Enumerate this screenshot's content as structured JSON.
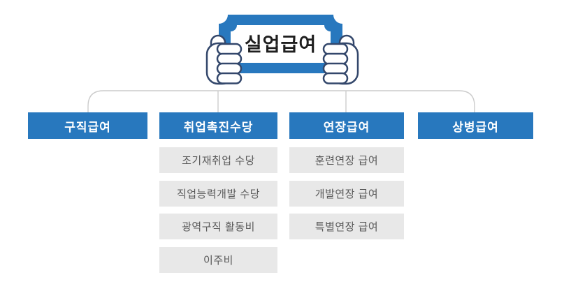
{
  "diagram": {
    "root_label": "실업급여",
    "root_icon": "hands-holding-banner-icon",
    "columns": [
      {
        "header": "구직급여",
        "items": []
      },
      {
        "header": "취업촉진수당",
        "items": [
          "조기재취업 수당",
          "직업능력개발 수당",
          "광역구직 활동비",
          "이주비"
        ]
      },
      {
        "header": "연장급여",
        "items": [
          "훈련연장 급여",
          "개발연장 급여",
          "특별연장 급여"
        ]
      },
      {
        "header": "상병급여",
        "items": []
      }
    ],
    "colors": {
      "header_bg": "#2878be",
      "header_text": "#ffffff",
      "item_bg": "#e8e8e8",
      "item_text": "#595959",
      "banner_blue": "#2878be",
      "banner_outline": "#33476b",
      "connector_line": "#cccccc",
      "title_text": "#1f1f1f"
    }
  }
}
